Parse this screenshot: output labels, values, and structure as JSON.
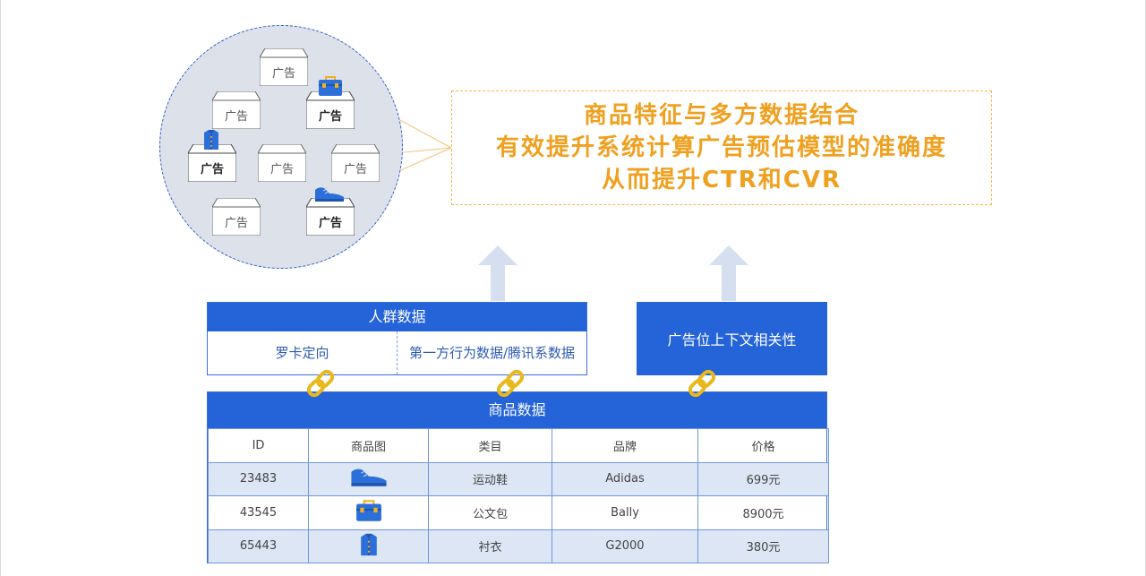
{
  "ad_label": "广告",
  "goal": {
    "line1": "商品特征与多方数据结合",
    "line2": "有效提升系统计算广告预估模型的准确度",
    "line3": "从而提升CTR和CVR"
  },
  "audience": {
    "title": "人群数据",
    "items": [
      "罗卡定向",
      "第一方行为数据/腾讯系数据"
    ]
  },
  "context": {
    "label": "广告位上下文相关性"
  },
  "product": {
    "title": "商品数据",
    "columns": [
      "ID",
      "商品图",
      "类目",
      "品牌",
      "价格"
    ],
    "rows": [
      {
        "id": "23483",
        "image": "shoe-icon",
        "category": "运动鞋",
        "brand": "Adidas",
        "price": "699元"
      },
      {
        "id": "43545",
        "image": "briefcase-icon",
        "category": "公文包",
        "brand": "Bally",
        "price": "8900元"
      },
      {
        "id": "65443",
        "image": "shirt-icon",
        "category": "衬衣",
        "brand": "G2000",
        "price": "380元"
      }
    ]
  },
  "colors": {
    "primary": "#2563d9",
    "accent": "#f0a020",
    "circle": "#dde1ea"
  }
}
